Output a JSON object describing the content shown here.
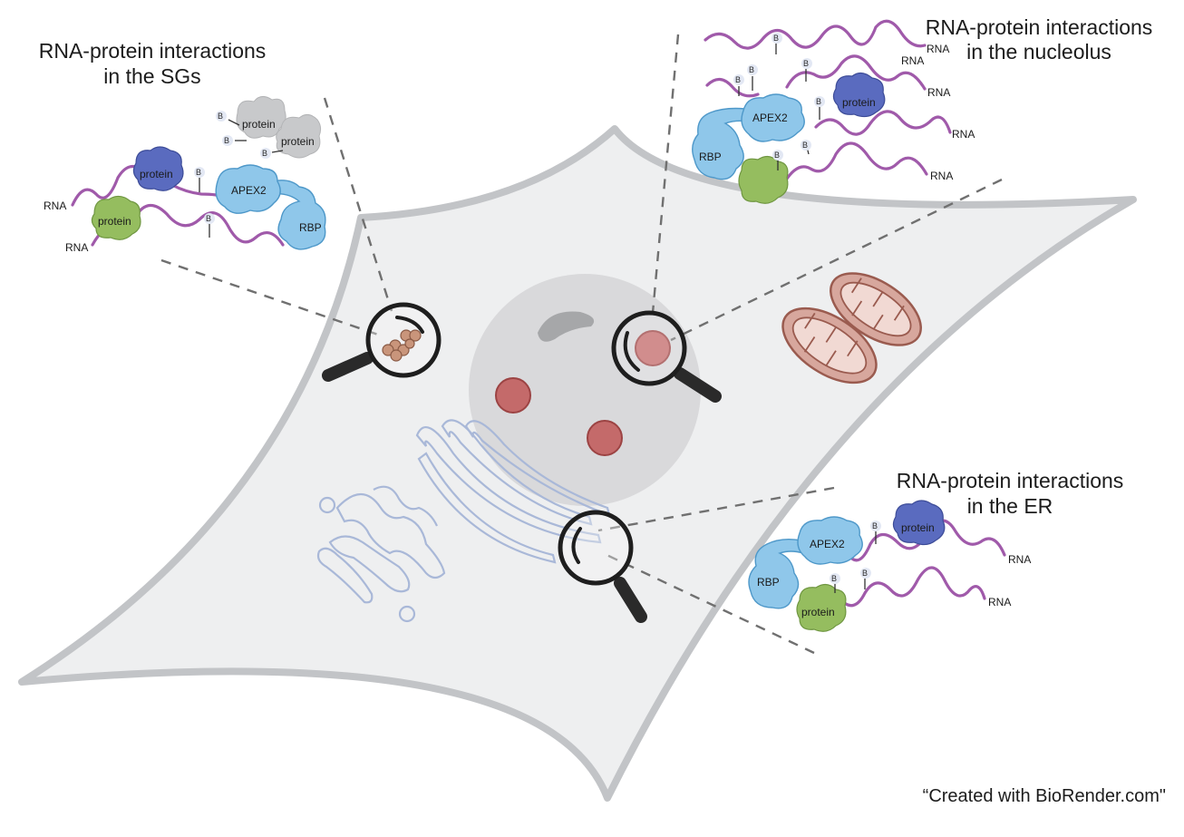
{
  "titles": {
    "sg_line1": "RNA-protein interactions",
    "sg_line2": "in the SGs",
    "nucleolus_line1": "RNA-protein interactions",
    "nucleolus_line2": "in the nucleolus",
    "er_line1": "RNA-protein interactions",
    "er_line2": "in the ER"
  },
  "labels": {
    "rna": "RNA",
    "protein": "protein",
    "apex2": "APEX2",
    "rbp": "RBP",
    "biotin": "B"
  },
  "credit": "“Created with BioRender.com\"",
  "colors": {
    "cell_fill": "#eeeff0",
    "cell_outline": "#c2c4c7",
    "nucleus": "#d9d9db",
    "nucleolus": "#b85a5a",
    "rna": "#a05aaa",
    "apex2": "#8fc7ea",
    "protein_blue": "#5a6bbf",
    "protein_green": "#95bd5f",
    "protein_grey": "#c8c9cb",
    "mitochondria": "#d7a79d",
    "golgi": "#a9b8d8"
  }
}
